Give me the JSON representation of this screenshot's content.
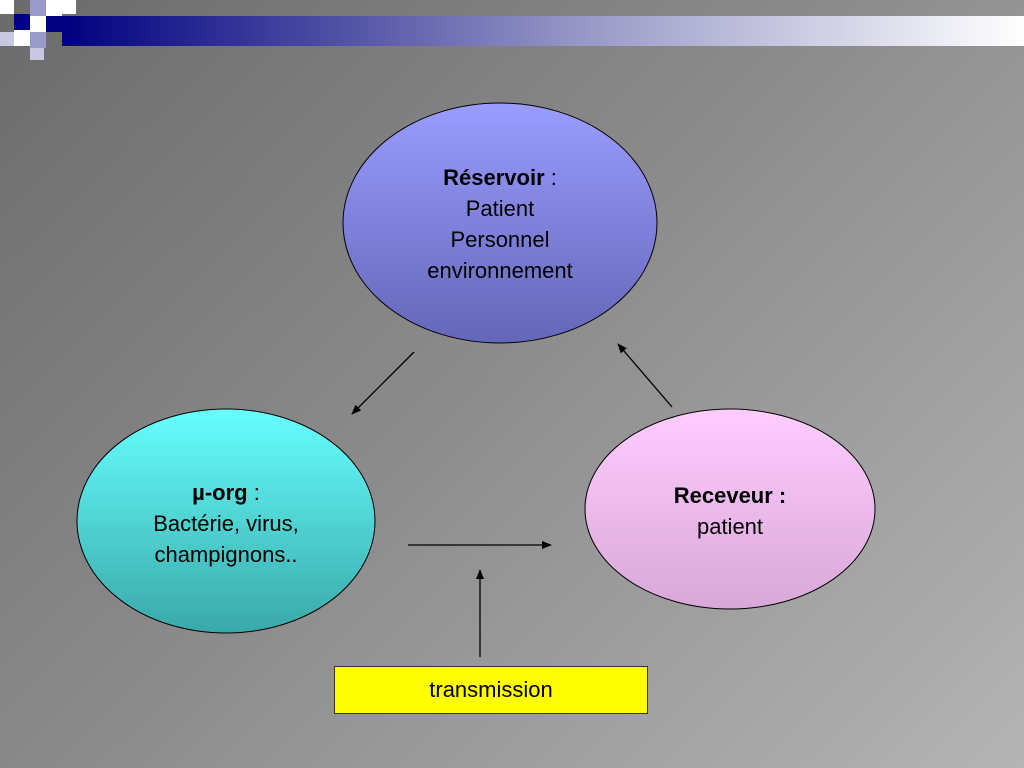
{
  "reservoir": {
    "title": "Réservoir",
    "sep": " :",
    "lines": [
      "Patient",
      "Personnel",
      "environnement"
    ]
  },
  "micro": {
    "title": "µ-org",
    "sep": " :",
    "lines": [
      "Bactérie, virus,",
      "champignons.."
    ]
  },
  "receveur": {
    "title": "Receveur :",
    "lines": [
      "patient"
    ]
  },
  "transmission": {
    "label": "transmission"
  },
  "colors": {
    "reservoir_top": "#9a9cff",
    "reservoir_bottom": "#6466b8",
    "micro_top": "#66ffff",
    "micro_bottom": "#3aa8a8",
    "receveur_top": "#ffccff",
    "receveur_bottom": "#d8a8d8",
    "transmission_fill": "#ffff00",
    "deco_navy": "#000080"
  }
}
